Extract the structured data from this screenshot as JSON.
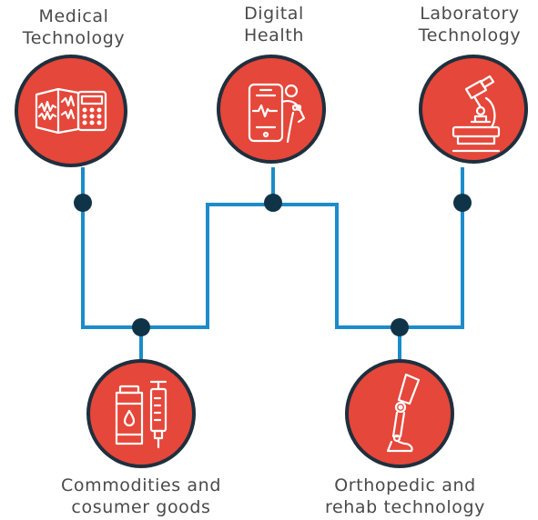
{
  "colors": {
    "circle_fill": "#e5473a",
    "circle_ring": "#1f2f3d",
    "connector_line": "#1b8cc9",
    "node_dot": "#0f3448",
    "icon_stroke": "#ffffff",
    "label_text": "#4a4a4a"
  },
  "categories": {
    "medical": {
      "line1": "Medical",
      "line2": "Technology",
      "icon": "medical-monitor-icon"
    },
    "digital": {
      "line1": "Digital",
      "line2": "Health",
      "icon": "smartphone-health-icon"
    },
    "laboratory": {
      "line1": "Laboratory",
      "line2": "Technology",
      "icon": "microscope-icon"
    },
    "commodities": {
      "line1": "Commodities and",
      "line2": "cosumer goods",
      "icon": "medicine-syringe-icon"
    },
    "orthopedic": {
      "line1": "Orthopedic and",
      "line2": "rehab technology",
      "icon": "prosthetic-leg-icon"
    }
  }
}
